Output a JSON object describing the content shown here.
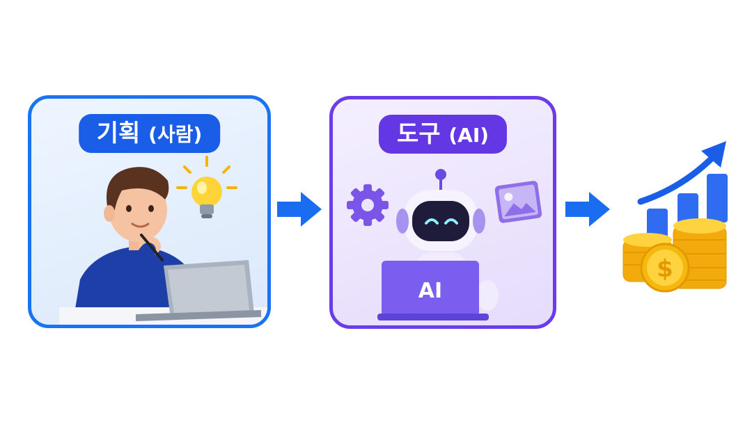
{
  "steps": [
    {
      "title": "기획",
      "subtitle": "(사람)"
    },
    {
      "title": "도구",
      "subtitle": "(AI)"
    }
  ],
  "laptop_label": "AI",
  "icons": [
    "person-icon",
    "lightbulb-icon",
    "laptop-icon",
    "robot-icon",
    "gear-icon",
    "image-icon",
    "arrow-right-icon",
    "growth-chart-icon",
    "coin-stack-icon",
    "dollar-coin-icon"
  ],
  "colors": {
    "human_accent": "#1a73f0",
    "ai_accent": "#6a3de8",
    "arrow": "#1a6cf0",
    "coin": "#f5b80f"
  }
}
